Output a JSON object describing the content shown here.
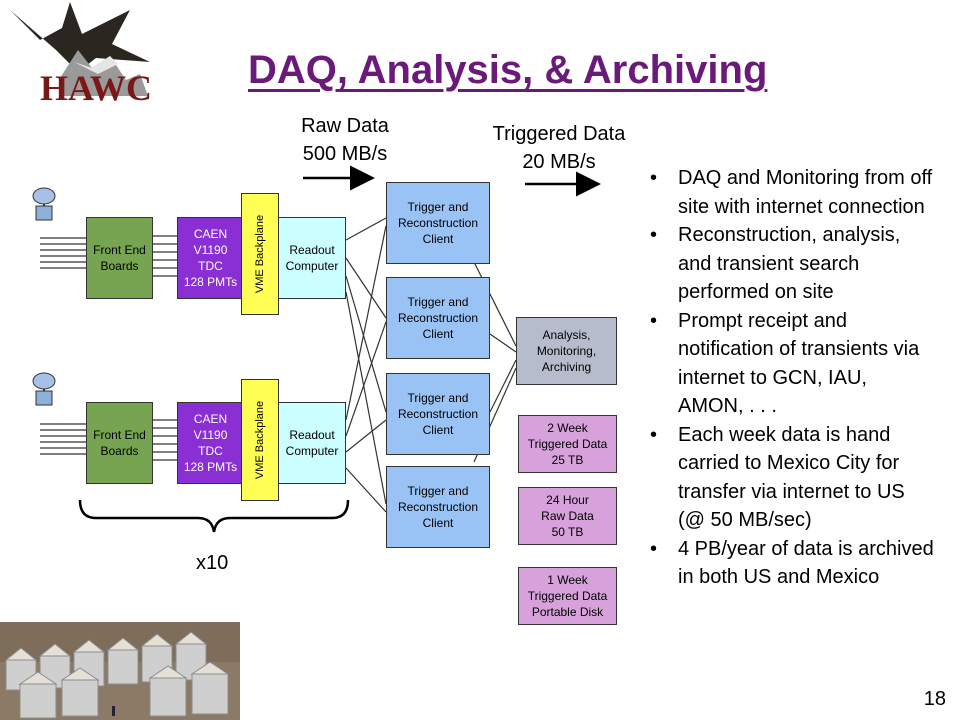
{
  "header": {
    "title": "DAQ, Analysis, & Archiving",
    "logo_text": "HAWC"
  },
  "flow": {
    "raw_data": "Raw Data\n500 MB/s",
    "triggered_data": "Triggered Data\n20 MB/s"
  },
  "daq_chain_top": {
    "front_end": "Front End\nBoards",
    "tdc": "CAEN\nV1190\nTDC\n128 PMTs",
    "vme": "VME Backplane",
    "readout": "Readout\nComputer"
  },
  "daq_chain_bottom": {
    "front_end": "Front End\nBoards",
    "tdc": "CAEN\nV1190\nTDC\n128 PMTs",
    "vme": "VME Backplane",
    "readout": "Readout\nComputer"
  },
  "multiplier": "x10",
  "trigger_clients": [
    "Trigger and\nReconstruction\nClient",
    "Trigger and\nReconstruction\nClient",
    "Trigger and\nReconstruction\nClient",
    "Trigger and\nReconstruction\nClient"
  ],
  "analysis_box": "Analysis,\nMonitoring,\nArchiving",
  "storage": [
    "2 Week\nTriggered Data\n25 TB",
    "24 Hour\nRaw Data\n50 TB",
    "1 Week\nTriggered Data\nPortable Disk"
  ],
  "bullets": [
    "DAQ and Monitoring from off site with internet connection",
    "Reconstruction, analysis, and transient search performed on site",
    "Prompt receipt and notification of transients via internet to GCN, IAU, AMON, . . .",
    "Each week data is hand carried to Mexico City for transfer via internet to US (@ 50 MB/sec)",
    "4 PB/year of data is archived in both US and Mexico"
  ],
  "page_number": "18",
  "colors": {
    "title": "#6a1a78",
    "front_end": "#77a450",
    "tdc": "#8a2fd3",
    "vme": "#ffff55",
    "readout": "#ccffff",
    "trigger": "#99c3f5",
    "analysis": "#b7bccc",
    "storage": "#d7a1dc"
  }
}
